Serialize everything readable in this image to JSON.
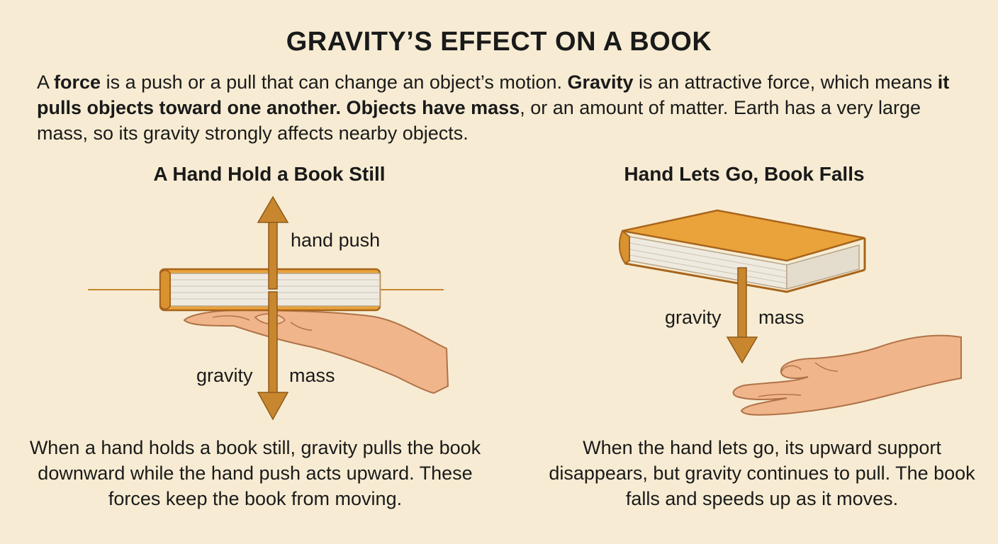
{
  "title": "GRAVITY’S EFFECT ON A BOOK",
  "intro": {
    "p1": "A ",
    "b1": "force",
    "p2": " is a push or a pull that can change an object’s motion. ",
    "b2": "Gravity",
    "p3": " is an attractive force, which means ",
    "b3": "it pulls objects toward one another. Objects have mass",
    "p4": ", or an amount of matter. Earth has a very large mass, so its gravity strongly affects nearby objects."
  },
  "left_panel": {
    "title": "A Hand Hold a Book Still",
    "label_up": "hand push",
    "label_gravity": "gravity",
    "label_mass": "mass",
    "caption": "When a hand holds a book still, gravity pulls the book downward while the hand push acts upward. These forces keep the book from moving."
  },
  "right_panel": {
    "title": "Hand Lets Go, Book Falls",
    "label_gravity": "gravity",
    "label_mass": "mass",
    "caption": "When the hand lets go, its upward support disappears, but gravity continues to pull. The book falls and speeds up as it moves."
  },
  "colors": {
    "background": "#f7ecd3",
    "arrow": "#c8862e",
    "book_cover": "#e9a33a",
    "skin": "#f0b58a"
  }
}
